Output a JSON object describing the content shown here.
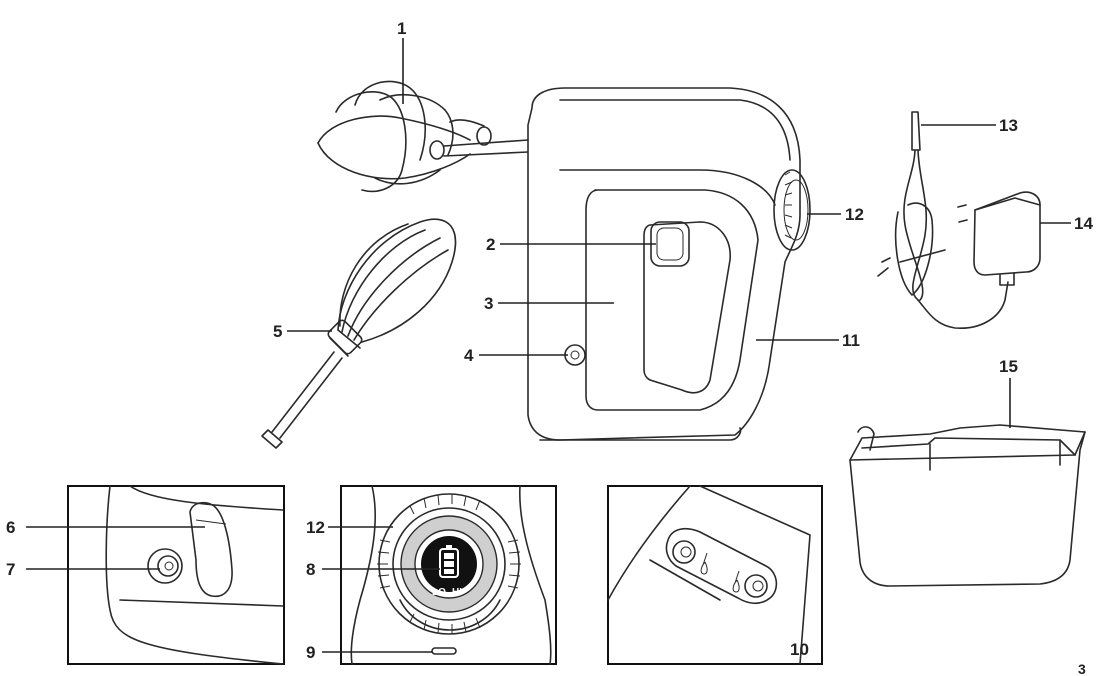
{
  "callouts": [
    "1",
    "2",
    "3",
    "4",
    "5",
    "6",
    "7",
    "8",
    "9",
    "10",
    "11",
    "12",
    "13",
    "14",
    "15"
  ],
  "detail_callouts": {
    "speed_dial": "12"
  },
  "dial_text": {
    "low": "LO",
    "high": "HI"
  },
  "page_number": "3"
}
